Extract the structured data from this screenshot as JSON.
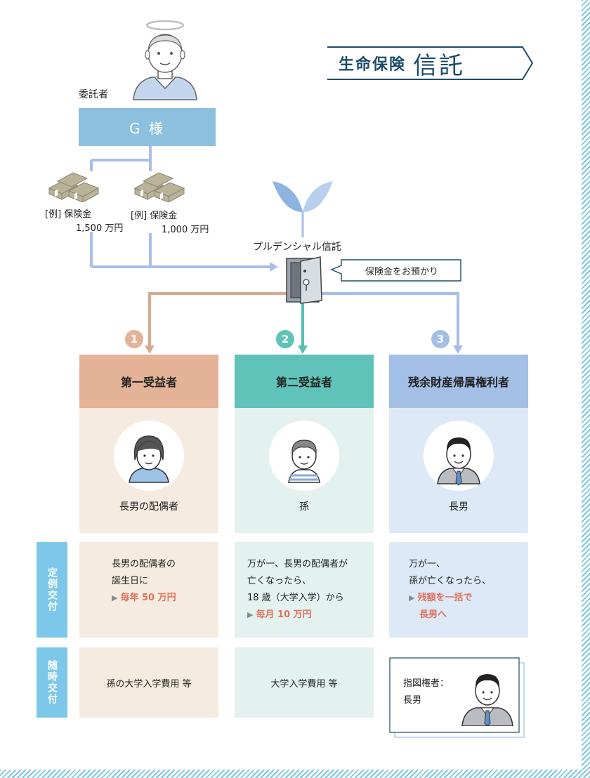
{
  "title": {
    "part1": "生命保険",
    "part2": "信託"
  },
  "settlor": {
    "role": "委託者",
    "name": "G 様"
  },
  "payments": [
    {
      "tag": "[例]",
      "label": "保険金",
      "amount": "1,500 万円"
    },
    {
      "tag": "[例]",
      "label": "保険金",
      "amount": "1,000 万円"
    }
  ],
  "trustee": {
    "name": "プルデンシャル信託",
    "note": "保険金をお預かり"
  },
  "beneficiaries": [
    {
      "number": "1",
      "title": "第一受益者",
      "person": "長男の配偶者",
      "regular": [
        "長男の配偶者の",
        "誕生日に"
      ],
      "regular_highlight": [
        "毎年 50 万円"
      ],
      "occasional": "孫の大学入学費用 等"
    },
    {
      "number": "2",
      "title": "第二受益者",
      "person": "孫",
      "regular": [
        "万が一、長男の配偶者が",
        "亡くなったら、",
        "18 歳（大学入学）から"
      ],
      "regular_highlight": [
        "毎月 10 万円"
      ],
      "occasional": "大学入学費用 等"
    },
    {
      "number": "3",
      "title": "残余財産帰属権利者",
      "person": "長男",
      "regular": [
        "万が一、",
        "孫が亡くなったら、"
      ],
      "regular_highlight": [
        "残額を一括で",
        "長男へ"
      ],
      "occasional_label": "指図権者：",
      "occasional_person": "長男"
    }
  ],
  "row_labels": {
    "regular": "定例交付",
    "occasional": "随時交付"
  },
  "colors": {
    "navy": "#1d4b6b",
    "g_box": "#8cc0de",
    "connector": "#a9bfe8",
    "col1_head": "#e4b296",
    "col1_body": "#f6ebe1",
    "col1_line": "#d4ab90",
    "col2_head": "#5fc3b9",
    "col2_body": "#e3f1ef",
    "col2_line": "#57bfb4",
    "col3_head": "#a4bfe6",
    "col3_body": "#dde9f6",
    "col3_line": "#a7bde9",
    "label_blue": "#7dc8ea",
    "highlight": "#e0735c"
  },
  "icons": [
    "halo-icon",
    "elderly-man-icon",
    "cash-bundle-icon",
    "sprout-icon",
    "safe-icon",
    "woman-avatar-icon",
    "boy-avatar-icon",
    "man-avatar-icon"
  ]
}
